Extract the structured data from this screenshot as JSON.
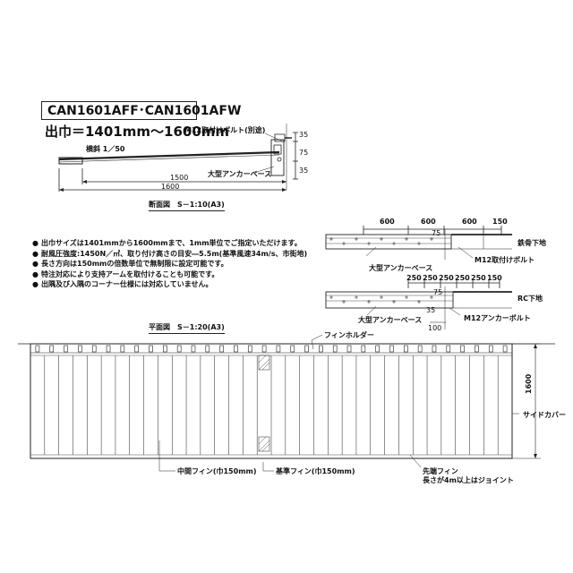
{
  "header": {
    "model": "CAN1601AFF･CAN1601AFW",
    "width_range": "出巾＝1401mm～1600mm"
  },
  "section_view": {
    "bolt_label": "M12取付けボルト(別途)",
    "slope_label": "横斜 1／50",
    "anchor_label": "大型アンカーベース",
    "dim_1500": "1500",
    "dim_1600": "1600",
    "dim_35_top": "35",
    "dim_75": "75",
    "dim_35_bottom": "35",
    "caption": "断面図　S－1:10(A3)"
  },
  "notes": [
    "出巾サイズは1401mmから1600mmまで、1mm単位でご指定いただけます。",
    "耐風圧強度:1450N／㎡、取り付け高さの目安―5.5m(基準風速34m/s、市街地)",
    "長さ方向は150mmの倍数単位で無制限に設定可能です。",
    "特注対応により支持アームを取付けることも可能です。",
    "出隅及び入隅のコーナー仕様には対応していません。"
  ],
  "steel_detail": {
    "dims": [
      "600",
      "600",
      "600",
      "150"
    ],
    "dim_75": "75",
    "label": "鉄骨下地",
    "bolt_label": "M12取付けボルト",
    "anchor_label": "大型アンカーベース"
  },
  "rc_detail": {
    "dims": [
      "250",
      "250",
      "250",
      "250",
      "250",
      "150"
    ],
    "dim_75": "75",
    "dim_35": "35",
    "dim_100": "100",
    "label": "RC下地",
    "bolt_label": "M12アンカーボルト",
    "anchor_label": "大型アンカーベース"
  },
  "plan_view": {
    "caption": "平面図　S－1:20(A3)",
    "fin_holder_label": "フィンホルダー",
    "dim_1600": "1600",
    "side_cover_label": "サイドカバー",
    "middle_fin_label": "中間フィン(巾150mm)",
    "base_fin_label": "基準フィン(巾150mm)",
    "tip_fin_label": "先端フィン",
    "tip_fin_note": "長さが4m以上はジョイント",
    "fin_count": 34
  }
}
